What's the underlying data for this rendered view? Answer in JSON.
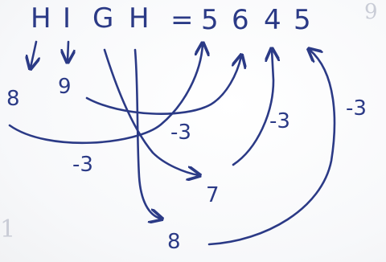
{
  "equation": {
    "word_letters": [
      "H",
      "I",
      "G",
      "H"
    ],
    "equals": "=",
    "number_digits": [
      "5",
      "6",
      "4",
      "5"
    ]
  },
  "mapped_digits": {
    "h": "8",
    "i": "9",
    "g": "7",
    "h2": "8"
  },
  "shift_labels": [
    "-3",
    "-3",
    "-3",
    "-3"
  ],
  "ink_color": "#2b3a86"
}
